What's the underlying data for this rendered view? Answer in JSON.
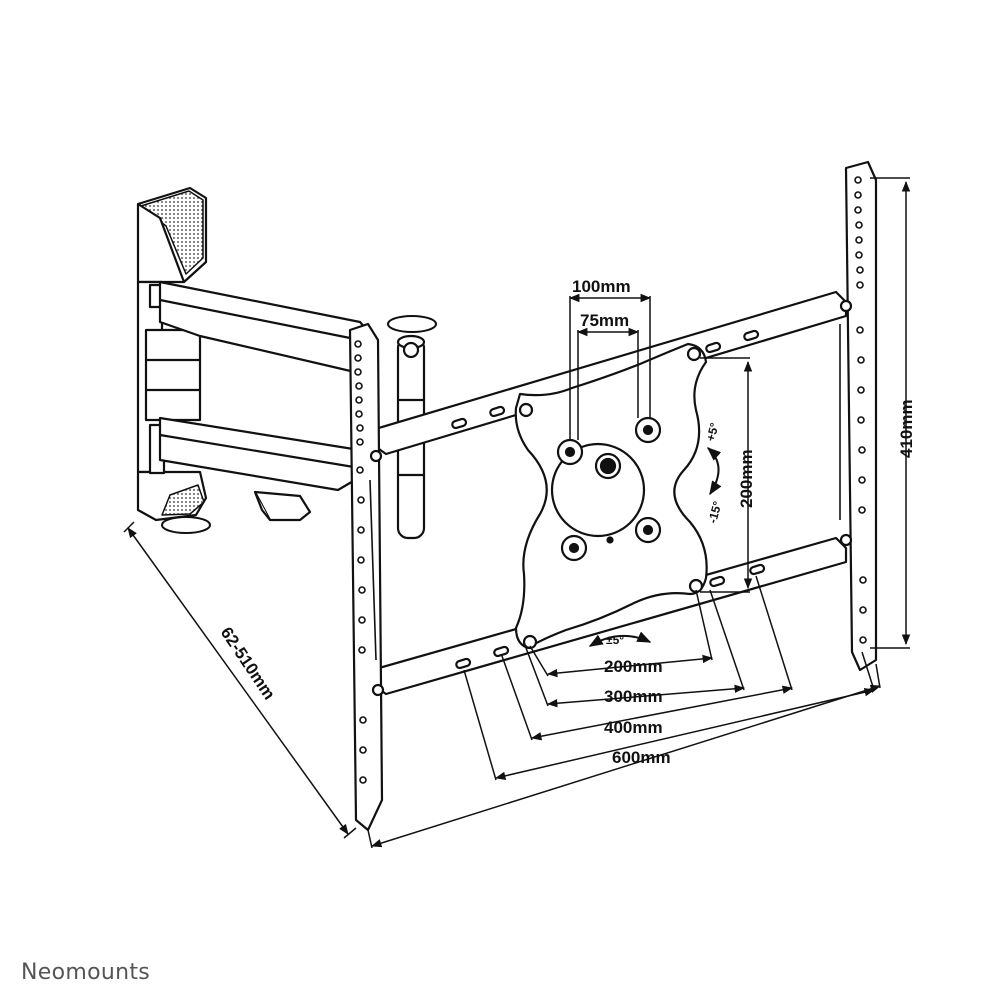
{
  "brand": {
    "name": "Neomounts"
  },
  "colors": {
    "line": "#111111",
    "fill": "#ffffff",
    "dark": "#222222",
    "brand_text": "#555555"
  },
  "dimensions": {
    "vesa_100": "100mm",
    "vesa_75": "75mm",
    "plate_height": "200mm",
    "frame_height": "410mm",
    "tilt_up": "+5°",
    "tilt_down": "-15°",
    "swivel": "±5°",
    "width_200": "200mm",
    "width_300": "300mm",
    "width_400": "400mm",
    "width_600": "600mm",
    "depth": "62-510mm"
  }
}
